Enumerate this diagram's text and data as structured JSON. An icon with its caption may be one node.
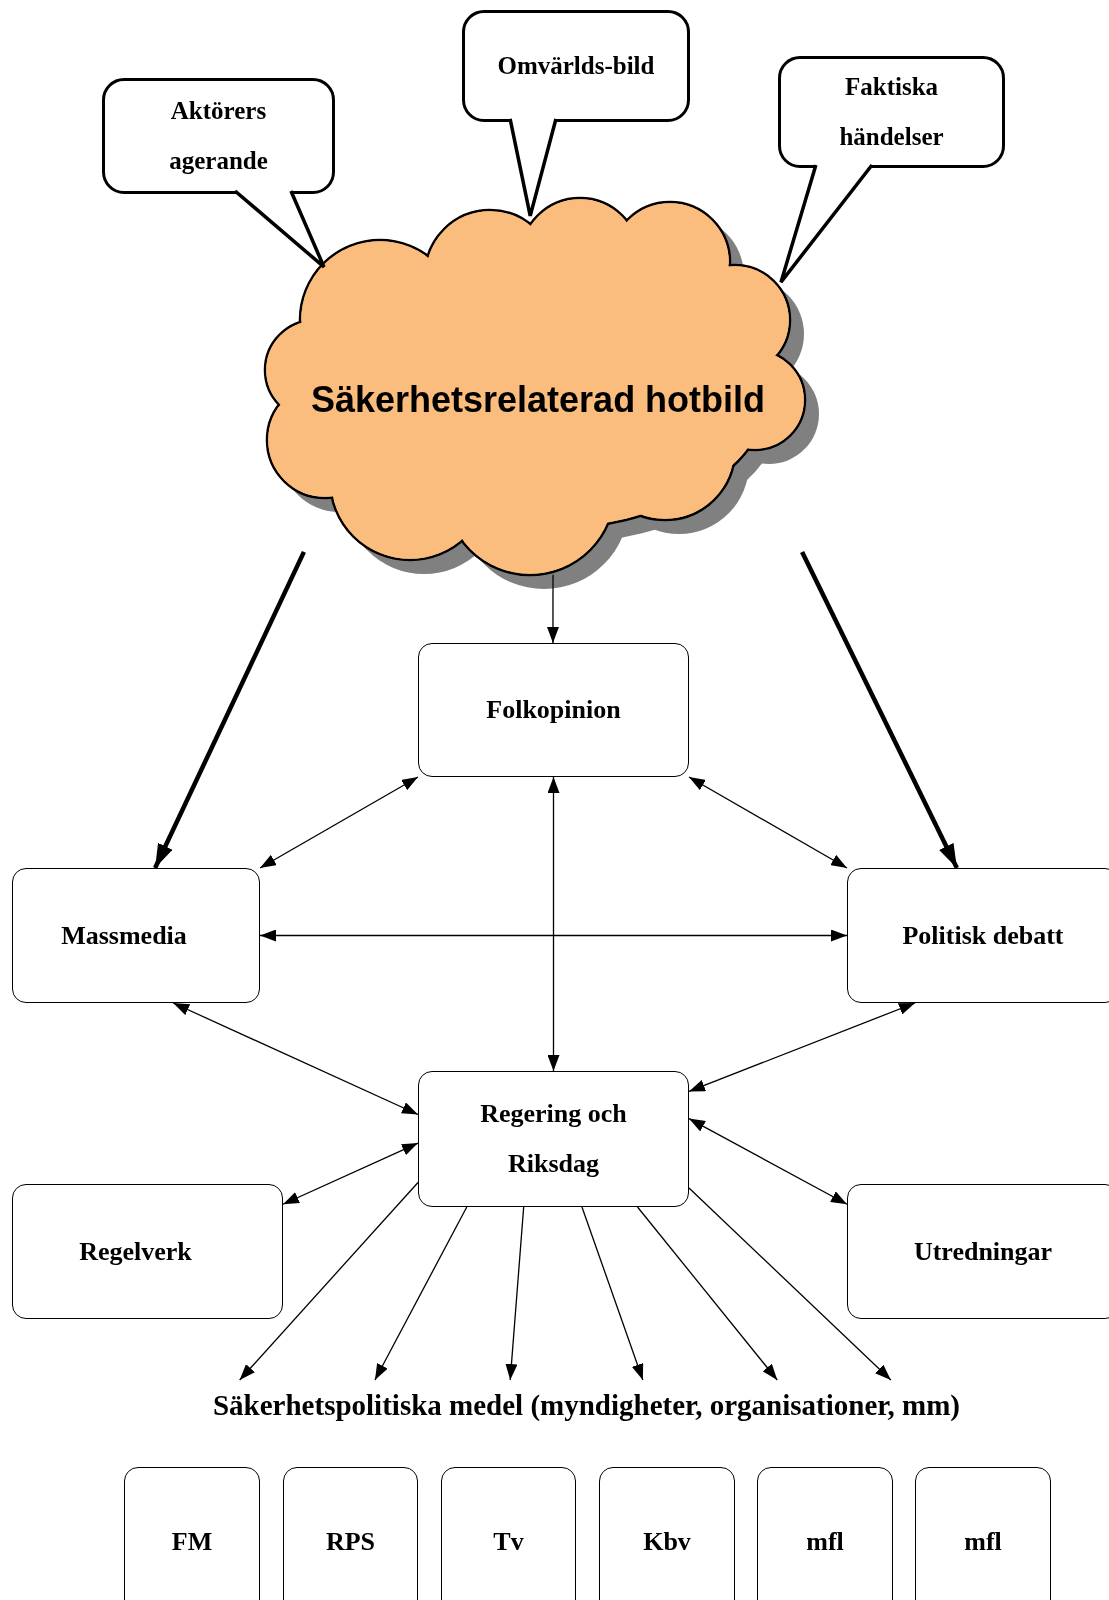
{
  "diagram": {
    "nodes": [
      {
        "text": [
          "Aktörers agerande"
        ]
      },
      {
        "text": [
          "Omvärlds-bild"
        ]
      },
      {
        "text": [
          "Faktiska händelser"
        ]
      },
      {
        "text": [
          "Säkerhetsrelaterad hotbild"
        ]
      },
      {
        "text": [
          "Folkopinion"
        ]
      },
      {
        "text": [
          "Massmedia"
        ]
      },
      {
        "text": [
          "Politisk debatt"
        ]
      },
      {
        "text": [
          "Regering och Riksdag"
        ]
      },
      {
        "text": [
          "Regelverk"
        ]
      },
      {
        "text": [
          "Utredningar"
        ]
      },
      {
        "text": [
          "Säkerhetspolitiska medel (myndigheter, organisationer, mm)"
        ]
      },
      {
        "text": [
          "FM"
        ]
      },
      {
        "text": [
          "RPS"
        ]
      },
      {
        "text": [
          "Tv"
        ]
      },
      {
        "text": [
          "Kbv"
        ]
      },
      {
        "text": [
          "mfl"
        ]
      },
      {
        "text": [
          "mfl"
        ]
      }
    ],
    "edges": [
      {
        "from": 3,
        "to": 4,
        "arrow": "to"
      },
      {
        "from": 3,
        "to": 5,
        "arrow": "to",
        "style": "thick"
      },
      {
        "from": 3,
        "to": 6,
        "arrow": "to",
        "style": "thick"
      },
      {
        "from": 4,
        "to": 5,
        "arrow": "both"
      },
      {
        "from": 4,
        "to": 6,
        "arrow": "both"
      },
      {
        "from": 4,
        "to": 7,
        "arrow": "both"
      },
      {
        "from": 5,
        "to": 6,
        "arrow": "both"
      },
      {
        "from": 5,
        "to": 7,
        "arrow": "both"
      },
      {
        "from": 6,
        "to": 7,
        "arrow": "both"
      },
      {
        "from": 7,
        "to": 8,
        "arrow": "both"
      },
      {
        "from": 7,
        "to": 9,
        "arrow": "both"
      },
      {
        "from": 7,
        "to": 10,
        "arrow": "to"
      },
      {
        "from": 7,
        "to": 10,
        "arrow": "to"
      },
      {
        "from": 7,
        "to": 10,
        "arrow": "to"
      },
      {
        "from": 7,
        "to": 10,
        "arrow": "to"
      },
      {
        "from": 7,
        "to": 10,
        "arrow": "to"
      },
      {
        "from": 7,
        "to": 10,
        "arrow": "to"
      }
    ]
  }
}
